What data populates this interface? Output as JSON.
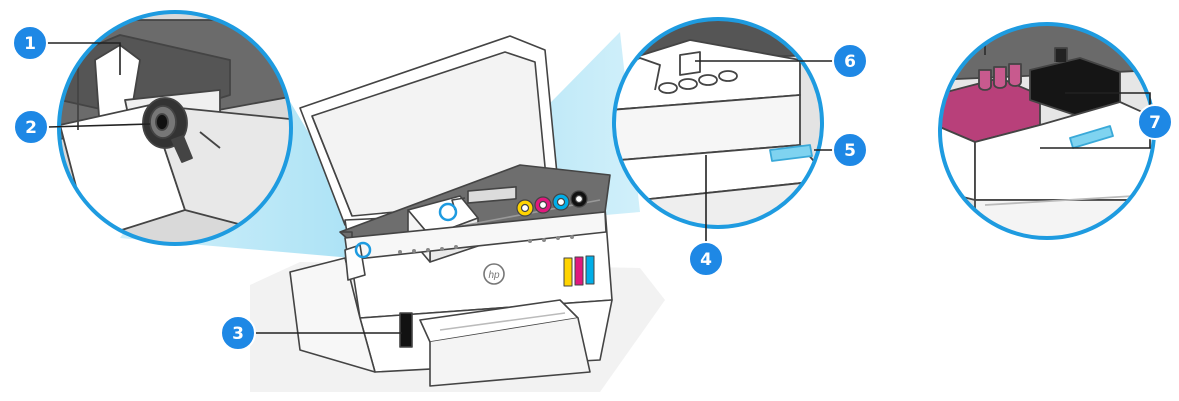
{
  "callouts": [
    {
      "id": "1",
      "label": "1"
    },
    {
      "id": "2",
      "label": "2"
    },
    {
      "id": "3",
      "label": "3"
    },
    {
      "id": "4",
      "label": "4"
    },
    {
      "id": "5",
      "label": "5"
    },
    {
      "id": "6",
      "label": "6"
    },
    {
      "id": "7",
      "label": "7"
    }
  ],
  "printer": {
    "brand_mark": "hp"
  },
  "colors": {
    "callout_fill": "#1e88e5",
    "highlight_blue": "#7fd3f0",
    "magnifier_ring": "#1e9be0",
    "ink_cyan": "#00aee8",
    "ink_magenta": "#e0197d",
    "ink_yellow": "#ffd400",
    "ink_black": "#111111",
    "printhead_tricolor": "#b8407a"
  }
}
